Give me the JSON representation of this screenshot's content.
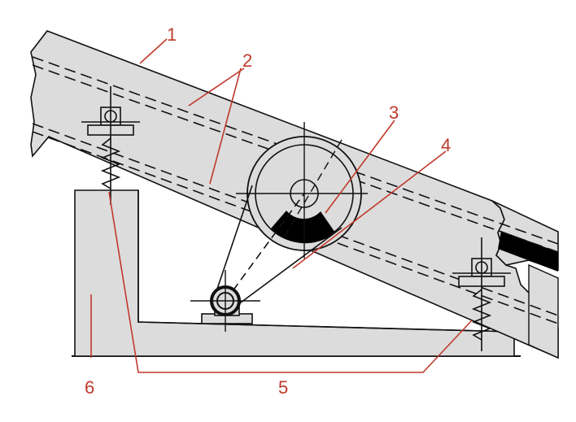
{
  "colors": {
    "body_fill": "#dcdcdc",
    "line": "#111111",
    "label": "#c0392b",
    "weight": "#000000",
    "background": "#ffffff"
  },
  "labels": {
    "l1": "1",
    "l2": "2",
    "l3": "3",
    "l4": "4",
    "l5": "5",
    "l6": "6"
  }
}
